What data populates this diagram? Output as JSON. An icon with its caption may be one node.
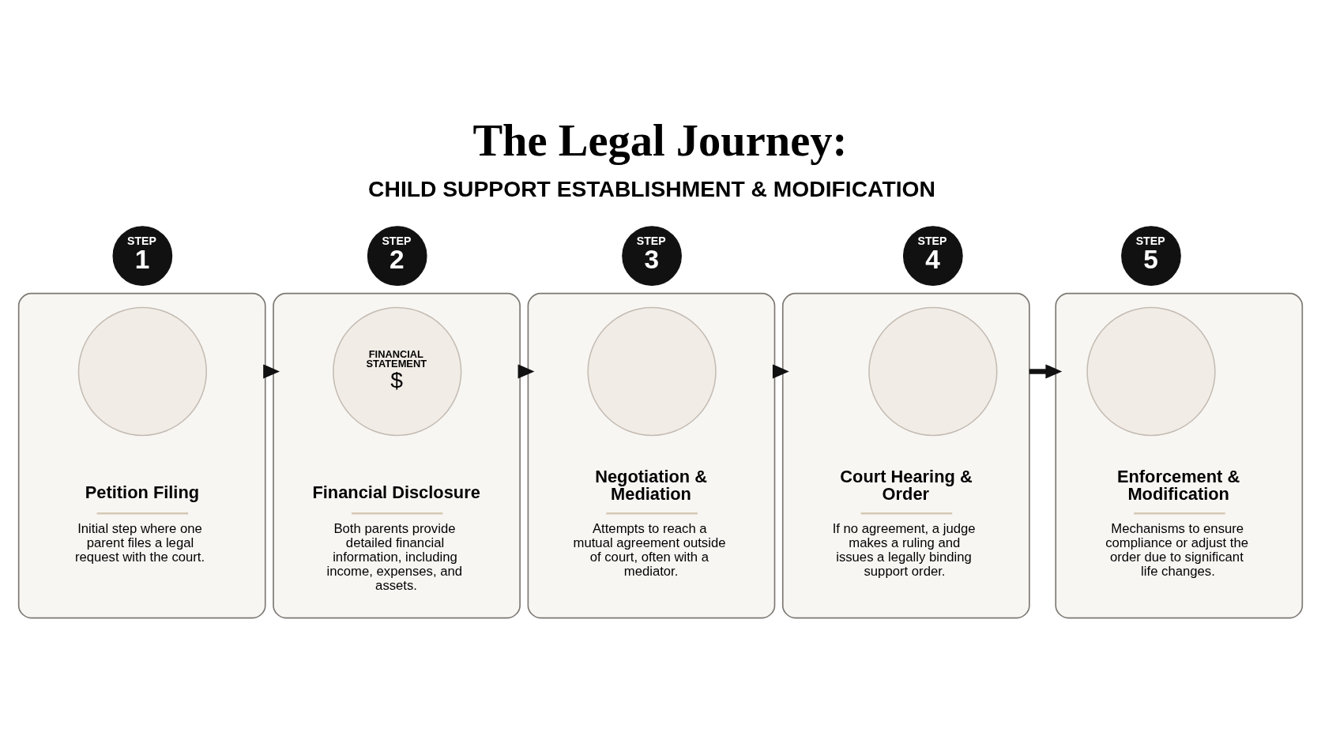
{
  "diagram": {
    "title": "The Legal Journey:",
    "nodes": [
      {
        "text": [
          "STEP",
          "1"
        ]
      },
      {
        "text": [
          "Petition Filing",
          "Initial step where one parent files a legal request with the court."
        ]
      },
      {
        "text": [],
        "shape": "circle",
        "in": 1
      },
      {
        "text": [
          "STEP",
          "2"
        ]
      },
      {
        "text": [
          "Financial Disclosure",
          "Both parents provide detailed financial information, including income, expenses, and assets."
        ]
      },
      {
        "text": [
          "FINANCIAL STATEMENT",
          "$"
        ],
        "in": 4
      },
      {
        "text": [
          "STEP",
          "3"
        ]
      },
      {
        "text": [
          "Negotiation & Mediation",
          "Attempts to reach a mutual agreement outside of court, often with a mediator."
        ]
      },
      {
        "text": [],
        "shape": "circle",
        "in": 7
      },
      {
        "text": [
          "STEP",
          "4"
        ]
      },
      {
        "text": [
          "Court Hearing & Order",
          "If no agreement, a judge makes a ruling and issues a legally binding support order."
        ]
      },
      {
        "text": [],
        "shape": "circle",
        "in": 10
      },
      {
        "text": [
          "STEP",
          "5"
        ]
      },
      {
        "text": [
          "Enforcement & Modification",
          "Mechanisms to ensure compliance or adjust the order due to significant life changes."
        ]
      },
      {
        "text": [],
        "shape": "circle",
        "in": 13
      }
    ],
    "edges": [
      {
        "from": 1,
        "to": 4,
        "arrow": "to"
      },
      {
        "from": 4,
        "to": 7,
        "arrow": "to"
      },
      {
        "from": 7,
        "to": 10,
        "arrow": "to"
      },
      {
        "from": 10,
        "to": 13,
        "arrow": "to"
      }
    ],
    "labels": [
      "CHILD SUPPORT ESTABLISHMENT & MODIFICATION"
    ]
  }
}
